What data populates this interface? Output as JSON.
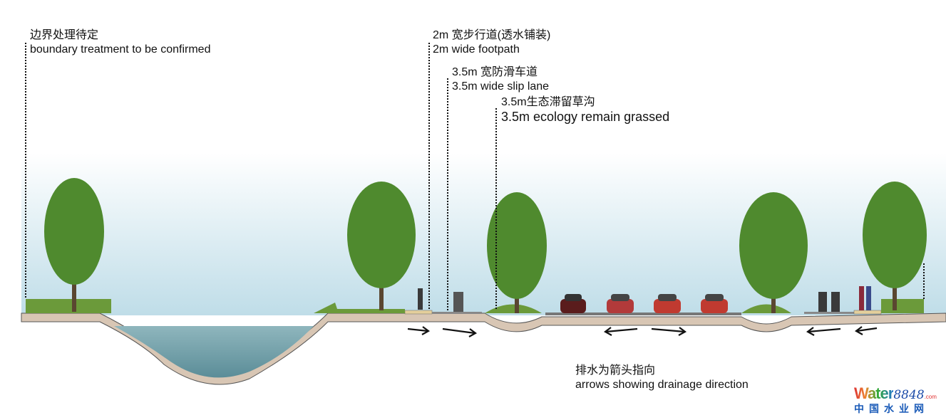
{
  "annotations": {
    "boundary": {
      "zh": "边界处理待定",
      "en": "boundary treatment to be confirmed"
    },
    "footpath": {
      "zh": "2m 宽步行道(透水铺装)",
      "en": "2m wide footpath"
    },
    "slip_lane": {
      "zh": "3.5m 宽防滑车道",
      "en": "3.5m wide slip lane"
    },
    "swale": {
      "zh": "3.5m生态滞留草沟",
      "en": "3.5m ecology remain grassed"
    },
    "drainage": {
      "zh": "排水为箭头指向",
      "en": "arrows showing drainage direction"
    }
  },
  "logo": {
    "word": "Water",
    "number": "8848",
    "suffix": ".com",
    "cn": "中国水业网"
  },
  "colors": {
    "sky": "#cfe6ee",
    "water": "#6f9ea8",
    "soil": "#d8c6b4",
    "tree": "#4f8a2e",
    "grass": "#6b9a3a"
  }
}
